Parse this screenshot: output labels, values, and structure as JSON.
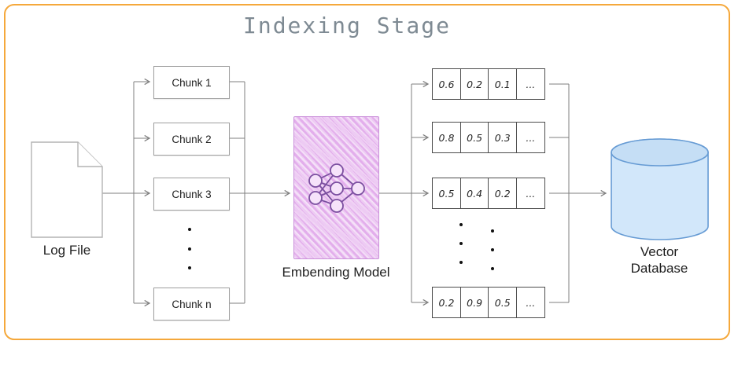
{
  "title": "Indexing Stage",
  "log_file": {
    "label": "Log File",
    "icon": "document-icon"
  },
  "chunks": {
    "items": [
      {
        "label": "Chunk 1"
      },
      {
        "label": "Chunk 2"
      },
      {
        "label": "Chunk 3"
      },
      {
        "label": "Chunk n"
      }
    ]
  },
  "embedding_model": {
    "label": "Embending Model",
    "icon": "neural-network-icon"
  },
  "vectors": {
    "rows": [
      {
        "cells": [
          "0.6",
          "0.2",
          "0.1",
          "..."
        ]
      },
      {
        "cells": [
          "0.8",
          "0.5",
          "0.3",
          "..."
        ]
      },
      {
        "cells": [
          "0.5",
          "0.4",
          "0.2",
          "..."
        ]
      },
      {
        "cells": [
          "0.2",
          "0.9",
          "0.5",
          "..."
        ]
      }
    ]
  },
  "vector_database": {
    "label": "Vector Database",
    "icon": "database-cylinder-icon"
  },
  "colors": {
    "frame_orange": "#F5A83B",
    "title_gray": "#7E8A93",
    "line_gray": "#7F7F7F",
    "box_border_gray": "#9E9E9E",
    "cell_border_gray": "#4D4D4D",
    "doc_border_gray": "#B3B3B3",
    "text_dark": "#1F1F1F",
    "purple_fill": "#EDCBF3",
    "purple_fill_dark": "#E3AEEC",
    "purple_border": "#C98FD9",
    "node_purple": "#7B4FA0",
    "node_fill": "#F6E3FA",
    "blue_fill": "#D2E7FA",
    "blue_top_fill": "#C5DEF5",
    "blue_stroke": "#669BD4"
  }
}
